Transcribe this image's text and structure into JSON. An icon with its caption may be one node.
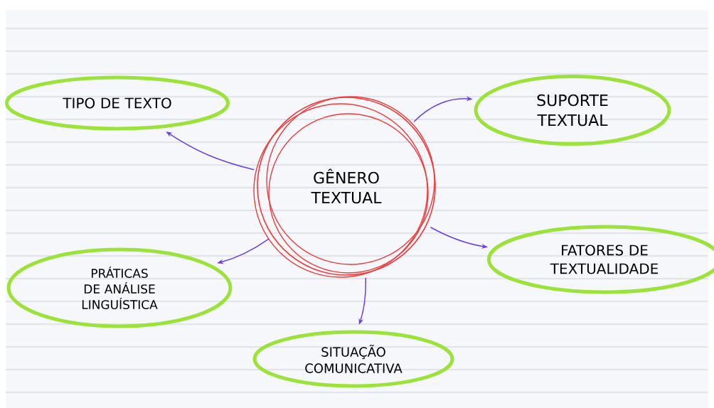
{
  "diagram": {
    "nodes": [
      {
        "text": [
          "TIPO DE TEXTO"
        ]
      },
      {
        "text": [
          "SUPORTE TEXTUAL"
        ]
      },
      {
        "text": [
          "GÊNERO TEXTUAL"
        ]
      },
      {
        "text": [
          "FATORES DE TEXTUALIDADE"
        ]
      },
      {
        "text": [
          "PRÁTICAS DE ANÁLISE LINGUÍSTICA"
        ]
      },
      {
        "text": [
          "SITUAÇÃO COMUNICATIVA"
        ]
      }
    ],
    "edges": [
      {
        "from": 2,
        "to": 0,
        "arrow": "to"
      },
      {
        "from": 2,
        "to": 1,
        "arrow": "to"
      },
      {
        "from": 2,
        "to": 3,
        "arrow": "to"
      },
      {
        "from": 2,
        "to": 4,
        "arrow": "to"
      },
      {
        "from": 2,
        "to": 5,
        "arrow": "to"
      }
    ]
  }
}
